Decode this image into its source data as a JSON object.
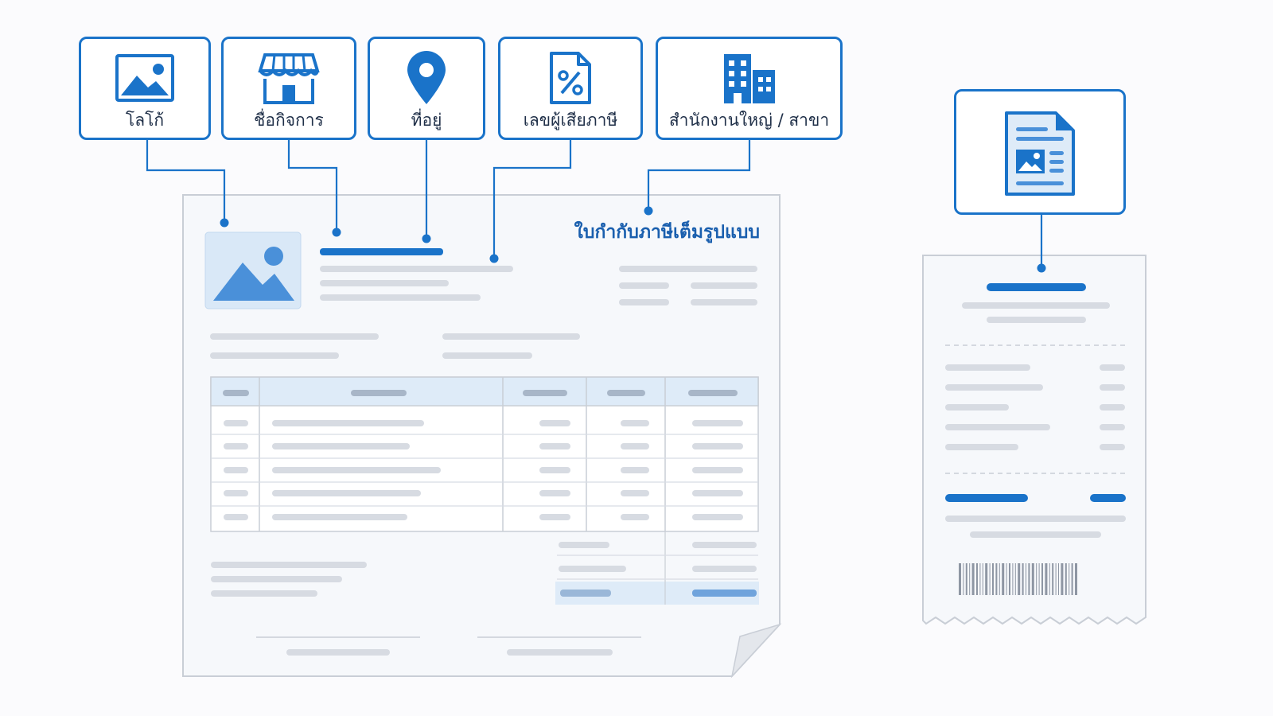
{
  "labels": [
    {
      "key": "logo",
      "text": "โลโก้",
      "icon": "image-icon"
    },
    {
      "key": "business",
      "text": "ชื่อกิจการ",
      "icon": "store-icon"
    },
    {
      "key": "address",
      "text": "ที่อยู่",
      "icon": "location-pin-icon"
    },
    {
      "key": "taxid",
      "text": "เลขผู้เสียภาษี",
      "icon": "tax-document-icon"
    },
    {
      "key": "branch",
      "text": "สำนักงานใหญ่ / สาขา",
      "icon": "building-icon"
    }
  ],
  "invoice": {
    "title": "ใบกำกับภาษีเต็มรูปแบบ"
  },
  "receipt": {
    "icon": "document-icon"
  },
  "colors": {
    "accent": "#1a73c9",
    "placeholder": "#d7dbe2",
    "table_header": "#deebf8",
    "paper": "#f6f8fb",
    "paper_border": "#c9ced6"
  }
}
